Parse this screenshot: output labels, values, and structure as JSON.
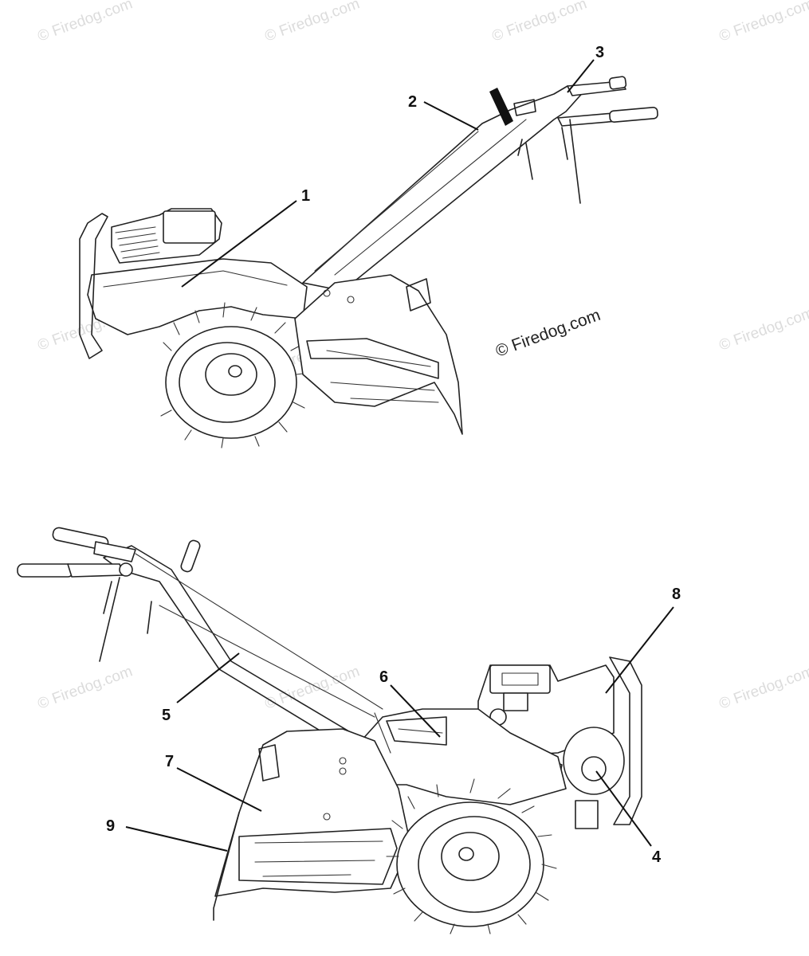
{
  "watermark": "© Firedog.com",
  "callouts": [
    {
      "id": "1",
      "label": "1"
    },
    {
      "id": "2",
      "label": "2"
    },
    {
      "id": "3",
      "label": "3"
    },
    {
      "id": "4",
      "label": "4"
    },
    {
      "id": "5",
      "label": "5"
    },
    {
      "id": "6",
      "label": "6"
    },
    {
      "id": "7",
      "label": "7"
    },
    {
      "id": "8",
      "label": "8"
    },
    {
      "id": "9",
      "label": "9"
    }
  ]
}
